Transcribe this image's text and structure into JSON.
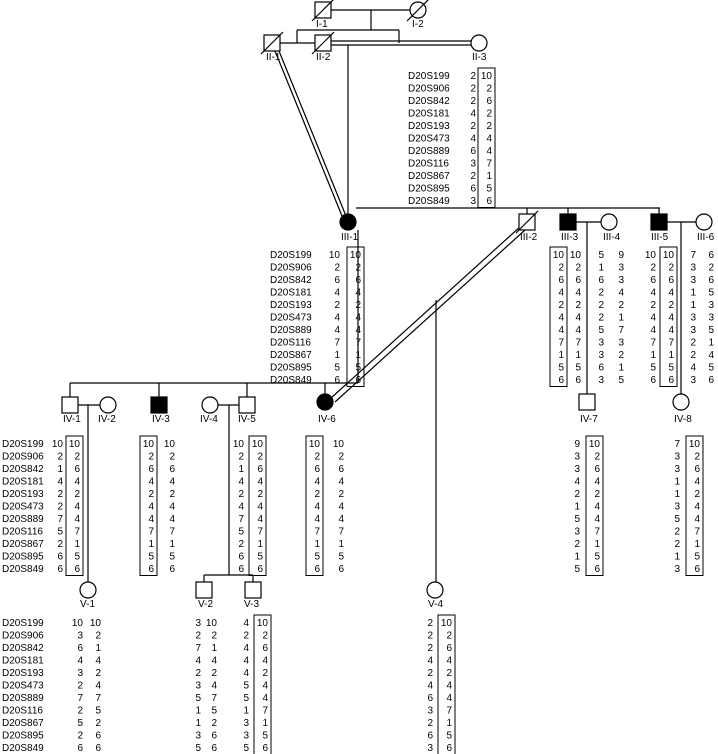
{
  "markers": [
    "D20S199",
    "D20S906",
    "D20S842",
    "D20S181",
    "D20S193",
    "D20S473",
    "D20S889",
    "D20S116",
    "D20S867",
    "D20S895",
    "D20S849"
  ],
  "individuals": [
    {
      "id": "I-1",
      "sex": "male",
      "status": "deceased"
    },
    {
      "id": "I-2",
      "sex": "female",
      "status": "deceased"
    },
    {
      "id": "II-1",
      "sex": "male",
      "status": "deceased"
    },
    {
      "id": "II-2",
      "sex": "male",
      "status": "deceased"
    },
    {
      "id": "II-3",
      "sex": "female",
      "status": "unaffected"
    },
    {
      "id": "III-1",
      "sex": "female",
      "status": "affected"
    },
    {
      "id": "III-2",
      "sex": "male",
      "status": "deceased"
    },
    {
      "id": "III-3",
      "sex": "male",
      "status": "affected"
    },
    {
      "id": "III-4",
      "sex": "female",
      "status": "unaffected"
    },
    {
      "id": "III-5",
      "sex": "male",
      "status": "affected"
    },
    {
      "id": "III-6",
      "sex": "female",
      "status": "unaffected"
    },
    {
      "id": "IV-1",
      "sex": "male",
      "status": "unaffected"
    },
    {
      "id": "IV-2",
      "sex": "female",
      "status": "unaffected"
    },
    {
      "id": "IV-3",
      "sex": "male",
      "status": "affected"
    },
    {
      "id": "IV-4",
      "sex": "female",
      "status": "unaffected"
    },
    {
      "id": "IV-5",
      "sex": "male",
      "status": "unaffected"
    },
    {
      "id": "IV-6",
      "sex": "female",
      "status": "affected"
    },
    {
      "id": "IV-7",
      "sex": "male",
      "status": "unaffected"
    },
    {
      "id": "IV-8",
      "sex": "female",
      "status": "unaffected"
    },
    {
      "id": "V-1",
      "sex": "female",
      "status": "unaffected"
    },
    {
      "id": "V-2",
      "sex": "male",
      "status": "unaffected"
    },
    {
      "id": "V-3",
      "sex": "male",
      "status": "unaffected"
    },
    {
      "id": "V-4",
      "sex": "female",
      "status": "unaffected"
    }
  ],
  "haplotypes": [
    {
      "id": "II-3",
      "left": [
        "2",
        "2",
        "2",
        "4",
        "2",
        "4",
        "6",
        "3",
        "2",
        "6",
        "3"
      ],
      "right": [
        "10",
        "2",
        "6",
        "2",
        "2",
        "4",
        "4",
        "7",
        "1",
        "5",
        "6"
      ],
      "boxed": "right"
    },
    {
      "id": "III-1",
      "left": [
        "10",
        "2",
        "6",
        "4",
        "2",
        "4",
        "4",
        "7",
        "1",
        "5",
        "6"
      ],
      "right": [
        "10",
        "2",
        "6",
        "4",
        "2",
        "4",
        "4",
        "7",
        "1",
        "5",
        "6"
      ],
      "boxed": "right"
    },
    {
      "id": "III-3",
      "left": [
        "10",
        "2",
        "6",
        "4",
        "2",
        "4",
        "4",
        "7",
        "1",
        "5",
        "6"
      ],
      "right": [
        "10",
        "2",
        "6",
        "4",
        "2",
        "4",
        "4",
        "7",
        "1",
        "5",
        "6"
      ],
      "boxed": "left"
    },
    {
      "id": "III-4",
      "left": [
        "5",
        "1",
        "6",
        "2",
        "2",
        "2",
        "5",
        "3",
        "3",
        "6",
        "3"
      ],
      "right": [
        "9",
        "3",
        "3",
        "4",
        "2",
        "1",
        "7",
        "3",
        "2",
        "1",
        "5"
      ],
      "boxed": "none"
    },
    {
      "id": "III-5",
      "left": [
        "10",
        "2",
        "6",
        "4",
        "2",
        "4",
        "4",
        "7",
        "1",
        "5",
        "6"
      ],
      "right": [
        "10",
        "2",
        "6",
        "4",
        "2",
        "4",
        "4",
        "7",
        "1",
        "5",
        "6"
      ],
      "boxed": "right"
    },
    {
      "id": "III-6",
      "left": [
        "7",
        "3",
        "3",
        "1",
        "1",
        "3",
        "3",
        "2",
        "2",
        "4",
        "3"
      ],
      "right": [
        "6",
        "2",
        "6",
        "5",
        "3",
        "3",
        "5",
        "1",
        "4",
        "5",
        "6"
      ],
      "boxed": "none"
    },
    {
      "id": "IV-1",
      "left": [
        "10",
        "2",
        "1",
        "4",
        "2",
        "2",
        "7",
        "5",
        "2",
        "6",
        "6"
      ],
      "right": [
        "10",
        "2",
        "6",
        "4",
        "2",
        "4",
        "4",
        "7",
        "1",
        "5",
        "6"
      ],
      "boxed": "right"
    },
    {
      "id": "IV-3",
      "left": [
        "10",
        "2",
        "6",
        "4",
        "2",
        "4",
        "4",
        "7",
        "1",
        "5",
        "6"
      ],
      "right": [
        "10",
        "2",
        "6",
        "4",
        "2",
        "4",
        "4",
        "7",
        "1",
        "5",
        "6"
      ],
      "boxed": "left"
    },
    {
      "id": "IV-5",
      "left": [
        "10",
        "2",
        "1",
        "4",
        "2",
        "4",
        "7",
        "5",
        "2",
        "6",
        "6"
      ],
      "right": [
        "10",
        "2",
        "6",
        "4",
        "2",
        "4",
        "4",
        "7",
        "1",
        "5",
        "6"
      ],
      "boxed": "right"
    },
    {
      "id": "IV-6",
      "left": [
        "10",
        "2",
        "6",
        "4",
        "2",
        "4",
        "4",
        "7",
        "1",
        "5",
        "6"
      ],
      "right": [
        "10",
        "2",
        "6",
        "4",
        "2",
        "4",
        "4",
        "7",
        "1",
        "5",
        "6"
      ],
      "boxed": "left"
    },
    {
      "id": "IV-7",
      "left": [
        "9",
        "3",
        "3",
        "4",
        "2",
        "1",
        "5",
        "3",
        "2",
        "1",
        "5"
      ],
      "right": [
        "10",
        "2",
        "6",
        "4",
        "2",
        "4",
        "4",
        "7",
        "1",
        "5",
        "6"
      ],
      "boxed": "right"
    },
    {
      "id": "IV-8",
      "left": [
        "7",
        "3",
        "3",
        "1",
        "1",
        "3",
        "5",
        "2",
        "2",
        "1",
        "3"
      ],
      "right": [
        "10",
        "2",
        "6",
        "4",
        "2",
        "4",
        "4",
        "7",
        "1",
        "5",
        "6"
      ],
      "boxed": "right"
    },
    {
      "id": "V-1",
      "left": [
        "10",
        "3",
        "6",
        "4",
        "3",
        "2",
        "7",
        "2",
        "5",
        "2",
        "6"
      ],
      "right": [
        "10",
        "2",
        "1",
        "4",
        "2",
        "4",
        "7",
        "5",
        "2",
        "6",
        "6"
      ],
      "boxed": "none"
    },
    {
      "id": "V-2",
      "left": [
        "3",
        "2",
        "7",
        "4",
        "2",
        "3",
        "5",
        "1",
        "1",
        "3",
        "5"
      ],
      "right": [
        "10",
        "2",
        "1",
        "4",
        "2",
        "4",
        "7",
        "5",
        "2",
        "6",
        "6"
      ],
      "boxed": "none"
    },
    {
      "id": "V-3",
      "left": [
        "4",
        "2",
        "4",
        "4",
        "4",
        "5",
        "5",
        "1",
        "3",
        "3",
        "5"
      ],
      "right": [
        "10",
        "2",
        "6",
        "4",
        "2",
        "4",
        "4",
        "7",
        "1",
        "5",
        "6"
      ],
      "boxed": "right"
    },
    {
      "id": "V-4",
      "left": [
        "2",
        "2",
        "2",
        "4",
        "2",
        "4",
        "6",
        "3",
        "2",
        "6",
        "3"
      ],
      "right": [
        "10",
        "2",
        "6",
        "4",
        "2",
        "4",
        "4",
        "7",
        "1",
        "5",
        "6"
      ],
      "boxed": "right"
    }
  ]
}
